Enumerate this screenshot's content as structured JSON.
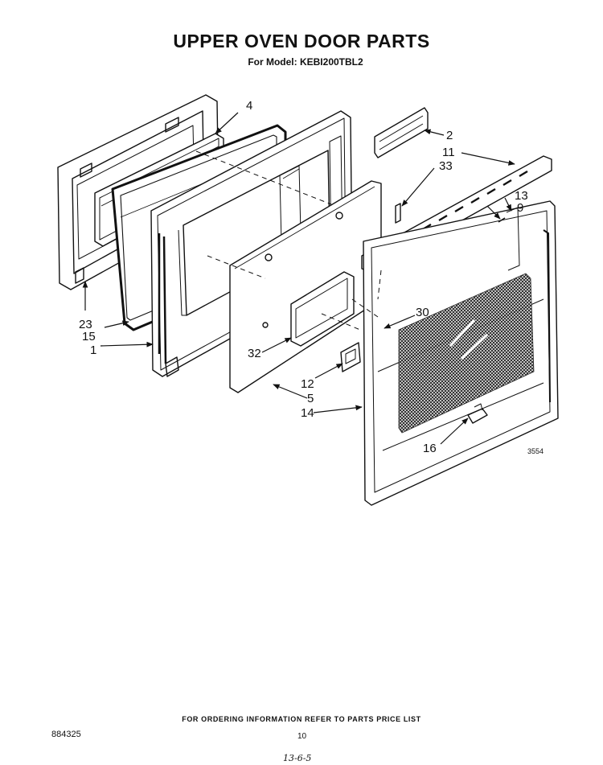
{
  "title": "UPPER OVEN DOOR PARTS",
  "subtitle": "For Model: KEBI200TBL2",
  "callouts": {
    "c2": "2",
    "c11": "11",
    "c33": "33",
    "c4": "4",
    "c13": "13",
    "c9": "9",
    "c23": "23",
    "c15": "15",
    "c1": "1",
    "c30": "30",
    "c32": "32",
    "c12": "12",
    "c5": "5",
    "c14": "14",
    "c16": "16"
  },
  "drawing_code": "3554",
  "footer_note": "FOR ORDERING INFORMATION REFER TO PARTS PRICE LIST",
  "doc_number": "884325",
  "page_number": "10",
  "handwritten_note": "13-6-5"
}
